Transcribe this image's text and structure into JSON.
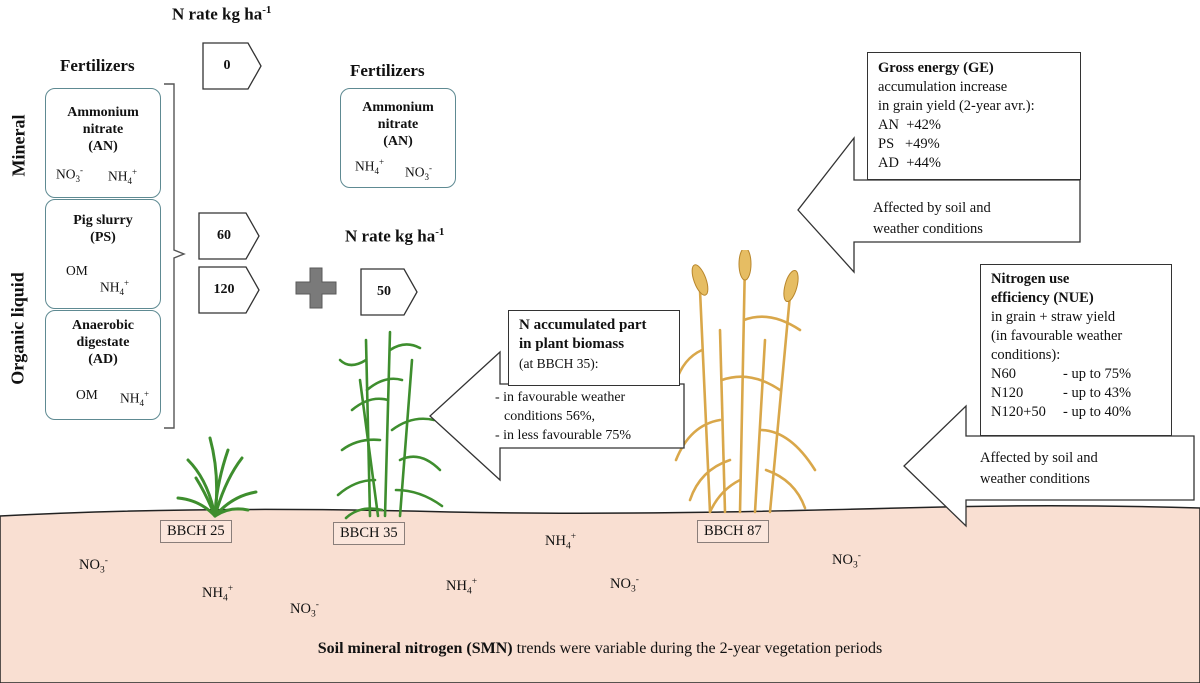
{
  "n_rate_top": {
    "label": "N rate kg ha",
    "exp": "-1"
  },
  "n_rate_mid": {
    "label": "N rate kg ha",
    "exp": "-1"
  },
  "fertilizers_left": "Fertilizers",
  "fertilizers_right": "Fertilizers",
  "side_labels": {
    "mineral": "Mineral",
    "organic": "Organic liquid"
  },
  "left_fertilizers": [
    {
      "name_lines": [
        "Ammonium",
        "nitrate",
        "(AN)"
      ],
      "ions": [
        {
          "base": "NO",
          "sub": "3",
          "sup": "-"
        },
        {
          "base": "NH",
          "sub": "4",
          "sup": "+"
        }
      ]
    },
    {
      "name_lines": [
        "Pig slurry",
        "(PS)"
      ],
      "ions": [
        {
          "base": "OM",
          "sub": "",
          "sup": ""
        },
        {
          "base": "NH",
          "sub": "4",
          "sup": "+"
        }
      ]
    },
    {
      "name_lines": [
        "Anaerobic",
        "digestate",
        "(AD)"
      ],
      "ions": [
        {
          "base": "OM",
          "sub": "",
          "sup": ""
        },
        {
          "base": "NH",
          "sub": "4",
          "sup": "+"
        }
      ]
    }
  ],
  "right_fertilizer": {
    "name_lines": [
      "Ammonium",
      "nitrate",
      "(AN)"
    ],
    "ions": [
      {
        "base": "NH",
        "sub": "4",
        "sup": "+"
      },
      {
        "base": "NO",
        "sub": "3",
        "sup": "-"
      }
    ]
  },
  "rates": {
    "zero": "0",
    "sixty": "60",
    "one_twenty": "120",
    "fifty": "50"
  },
  "n_accumulated": {
    "title_lines": [
      "N accumulated part",
      "in plant biomass"
    ],
    "stage": "(at BBCH 35):",
    "items": [
      "- in favourable weather",
      "conditions 56%,",
      "- in less favourable 75%"
    ]
  },
  "gross_energy": {
    "title": "Gross energy (GE)",
    "lines": [
      "accumulation increase",
      "in grain yield (2-year avr.):",
      "AN  +42%",
      "PS   +49%",
      "AD  +44%"
    ],
    "arrow_text": [
      "Affected by soil and",
      "weather conditions"
    ]
  },
  "nue": {
    "title_lines": [
      "Nitrogen use",
      "efficiency (NUE)"
    ],
    "lines": [
      "in grain + straw yield",
      "(in favourable weather",
      "conditions):"
    ],
    "rows": [
      {
        "k": "N60",
        "v": "- up to 75%"
      },
      {
        "k": "N120",
        "v": "- up to 43%"
      },
      {
        "k": "N120+50",
        "v": "- up to 40%"
      }
    ],
    "arrow_text": [
      "Affected by soil and",
      "weather conditions"
    ]
  },
  "stages": [
    "BBCH 25",
    "BBCH 35",
    "BBCH 87"
  ],
  "soil_ions": [
    {
      "base": "NO",
      "sub": "3",
      "sup": "-"
    },
    {
      "base": "NH",
      "sub": "4",
      "sup": "+"
    },
    {
      "base": "NO",
      "sub": "3",
      "sup": "-"
    },
    {
      "base": "NH",
      "sub": "4",
      "sup": "+"
    },
    {
      "base": "NH",
      "sub": "4",
      "sup": "+"
    },
    {
      "base": "NO",
      "sub": "3",
      "sup": "-"
    },
    {
      "base": "NO",
      "sub": "3",
      "sup": "-"
    }
  ],
  "caption": {
    "bold": "Soil mineral nitrogen (SMN)",
    "rest": " trends were variable during the 2-year vegetation periods"
  },
  "colors": {
    "soil": "#f9dfd2",
    "box_border": "#5e8a92",
    "plus": "#777777",
    "wheat_green": "#3e8e2e",
    "wheat_gold": "#d9a74a"
  }
}
